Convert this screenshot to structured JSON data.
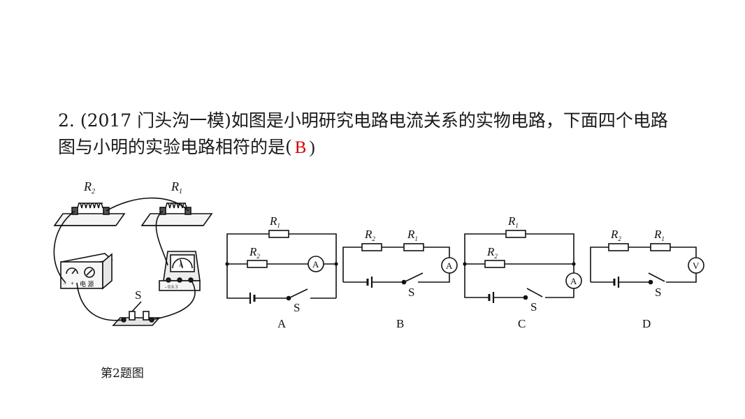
{
  "question": {
    "number": "2.",
    "line1": "(2017 门头沟一模)如图是小明研究电路电流关系的实物电路，下面四个电路",
    "line2_before": "图与小明的实验电路相符的是(",
    "answer": "B",
    "line2_after": ")"
  },
  "figure": {
    "physical": {
      "r2_label": "R",
      "r2_sub": "2",
      "r1_label": "R",
      "r1_sub": "1",
      "switch_label": "S",
      "power_label": "电 源",
      "ammeter_letter": "A",
      "minus": "−",
      "plus": "+",
      "ammeter_terminals": "- 0.6 3"
    },
    "options": [
      {
        "letter": "A",
        "r1": "R",
        "r1_sub": "1",
        "r2": "R",
        "r2_sub": "2",
        "meter": "A",
        "switch": "S"
      },
      {
        "letter": "B",
        "r1": "R",
        "r1_sub": "1",
        "r2": "R",
        "r2_sub": "2",
        "meter": "A",
        "switch": "S"
      },
      {
        "letter": "C",
        "r1": "R",
        "r1_sub": "1",
        "r2": "R",
        "r2_sub": "2",
        "meter": "A",
        "switch": "S"
      },
      {
        "letter": "D",
        "r1": "R",
        "r1_sub": "1",
        "r2": "R",
        "r2_sub": "2",
        "meter": "V",
        "switch": "S"
      }
    ]
  },
  "caption": "第2题图"
}
